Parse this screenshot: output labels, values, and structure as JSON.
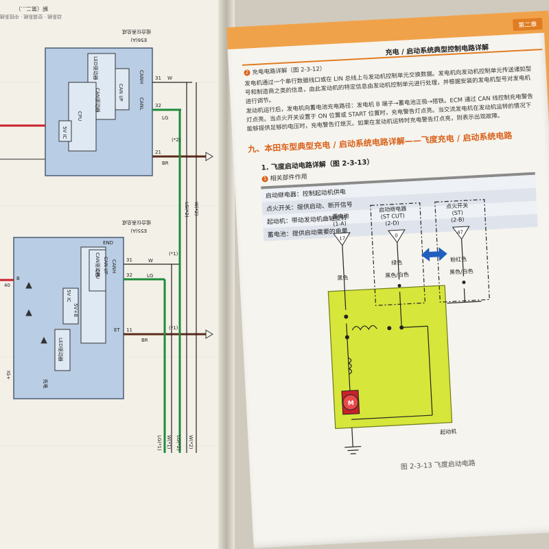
{
  "right_page": {
    "chapter_tab": "第二章",
    "header_title": "充电 / 启动系统典型控制电路详解",
    "paragraph_1": "充电电路详解（图 2-3-12）",
    "paragraph_2": "发电机通过一个串行数据线口或在 LIN 总线上与发动机控制单元交换数据。发电机向发动机控制单元传送诸如型号和制造商之类的信息，由此发动机的特定信息由发动机控制单元进行处理，并根据安装的发电机型号对发电机进行调节。",
    "paragraph_3": "发动机运行后，发电机向蓄电池充电路径：发电机 B 端子→蓄电池正极→搭铁。ECM 通过 CAN 线控制充电警告灯点亮。当点火开关设置于 ON 位置或 START 位置时，充电警告灯点亮。当交流发电机在发动机运转的情况下能够提供足够的电压时，充电警告灯熄灭。如果在发动机运转时充电警告灯点亮，则表示出现故障。",
    "section_title": "九、本田车型典型充电 / 启动系统电路详解——飞度充电 / 启动系统电路",
    "sub_title": "1. 飞度启动电路详解（图 2-3-13）",
    "sub_sub_title": "相关部件作用",
    "sub_sub_num": "1",
    "parts": [
      "启动继电器：控制起动机供电",
      "点火开关：提供启动、断开信号",
      "起动机：带动发动机曲轴旋转",
      "蓄电池：提供启动需要的电量"
    ],
    "caption": "图 2-3-13   飞度启动电路"
  },
  "circuit": {
    "battery_label": "蓄电池",
    "battery_code": "(1-A)",
    "battery_pin": "17",
    "relay_label": "启动继电器",
    "relay_code": "(ST CUT)",
    "relay_code2": "(2-D)",
    "relay_pin": "0",
    "switch_label": "点火开关",
    "switch_code": "(ST)",
    "switch_code2": "(2-B)",
    "switch_pin": "47",
    "wire_black": "黑色",
    "wire_green": "绿色",
    "wire_black_white": "黑色/白色",
    "wire_pink_green": "粉红色",
    "wire_black_white_2": "黑色/白色",
    "motor_label": "M",
    "starter_label": "起动机"
  },
  "left_page": {
    "header_text": "解（第二...）",
    "header_sub": "动系统 · 空调系统 · 中控系统",
    "unit_label_top": "组合仪表总成",
    "unit_code_top": "E56(A)",
    "unit_label_bottom": "组合仪表总成",
    "unit_code_bottom": "E55(A)",
    "led_driver": "LED驱动器",
    "can_driver": "CAN驱动器",
    "can_ip": "CAN I/P",
    "cpu": "CPU",
    "sv_ic": "5V IC",
    "sv_b": "5V+B",
    "can_h": "CANH",
    "can_l": "CANL",
    "pin_31": "31",
    "pin_32": "32",
    "pin_21": "21",
    "pin_40": "40",
    "pin_11": "11",
    "wire_w": "W",
    "wire_lg": "LG",
    "wire_br": "BR",
    "et": "ET",
    "end": "END",
    "ig": "IG+",
    "b": "B",
    "charge": "充电",
    "note_a": "(*2)",
    "note_b": "(*1)",
    "bottom_labels": [
      "LG(*1)",
      "W(*1)",
      "LG(*2)",
      "W(*2)"
    ],
    "vertical_labels": [
      "LG(*2)",
      "W(*2)"
    ]
  },
  "colors": {
    "accent_orange": "#e07c22",
    "wire_green": "#1f8a3a",
    "wire_brown": "#5a2a1a",
    "wire_red": "#c8202a",
    "schematic_blue": "#b9cde4",
    "starter_yellow": "#d6e63a",
    "motor_red": "#c8202a",
    "arrow_blue": "#1f5fbf"
  },
  "icons": [
    "battery-icon",
    "relay-icon",
    "ignition-switch-icon",
    "motor-icon",
    "ground-icon",
    "double-arrow-icon",
    "led-icon",
    "diode-icon"
  ]
}
